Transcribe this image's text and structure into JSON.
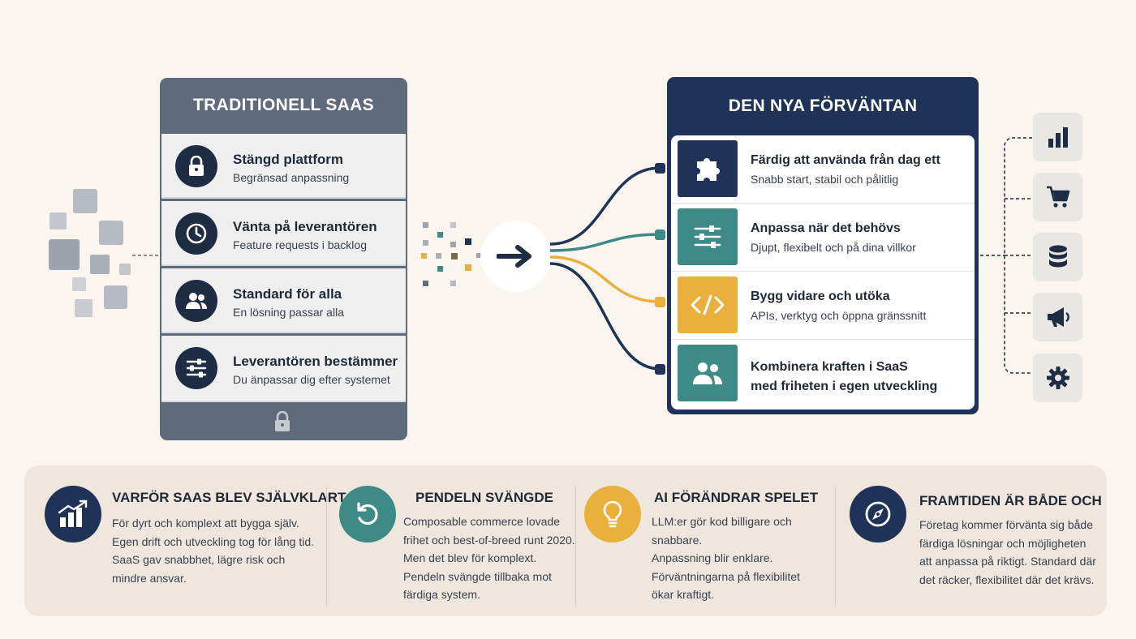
{
  "traditional": {
    "title": "TRADITIONELL SAAS",
    "items": [
      {
        "title": "Stängd plattform",
        "subtitle": "Begränsad anpassning",
        "icon": "lock-icon"
      },
      {
        "title": "Vänta på leverantören",
        "subtitle": "Feature requests i backlog",
        "icon": "clock-icon"
      },
      {
        "title": "Standard för alla",
        "subtitle": "En lösning passar alla",
        "icon": "users-icon"
      },
      {
        "title": "Leverantören bestämmer",
        "subtitle": "Du änpassar dig efter systemet",
        "icon": "sliders-icon"
      }
    ],
    "footer_icon": "lock-icon"
  },
  "new_expectation": {
    "title": "DEN NYA FÖRVÄNTAN",
    "items": [
      {
        "title": "Färdig att använda från dag ett",
        "subtitle": "Snabb start, stabil och pålitlig",
        "icon": "puzzle-icon",
        "color": "#1f3358"
      },
      {
        "title": "Anpassa när det behövs",
        "subtitle": "Djupt, flexibelt och på dina villkor",
        "icon": "sliders-icon",
        "color": "#3d8a86"
      },
      {
        "title": "Bygg vidare och utöka",
        "subtitle": "APIs, verktyg och öppna gränssnitt",
        "icon": "code-icon",
        "color": "#e9b13c"
      },
      {
        "title_line1": "Kombinera kraften i SaaS",
        "title_line2": "med friheten i egen utveckling",
        "icon": "users-icon",
        "color": "#3d8a86"
      }
    ]
  },
  "side_icons": [
    "bar-chart-icon",
    "shopping-cart-icon",
    "database-icon",
    "megaphone-icon",
    "gear-icon"
  ],
  "center_icon": "arrow-right-icon",
  "bottom_cards": [
    {
      "title": "VARFÖR SAAS BLEV SJÄLVKLART",
      "icon": "growth-chart-icon",
      "color": "#1f3358",
      "lines": [
        "För dyrt och komplext att bygga själv.",
        "Egen drift och utveckling tog för lång tid.",
        "SaaS gav snabbhet, lägre risk och",
        "mindre ansvar."
      ]
    },
    {
      "title": "PENDELN SVÄNGDE",
      "icon": "rotate-icon",
      "color": "#3d8a86",
      "lines": [
        "Composable commerce lovade",
        "frihet och best-of-breed runt 2020.",
        "Men det blev för komplext.",
        "Pendeln svängde tillbaka mot",
        "färdiga system."
      ]
    },
    {
      "title": "AI FÖRÄNDRAR SPELET",
      "icon": "lightbulb-icon",
      "color": "#e9b13c",
      "lines": [
        "LLM:er gör kod billigare och snabbare.",
        "Anpassning blir enklare.",
        "Förväntningarna på flexibilitet",
        "ökar kraftigt."
      ]
    },
    {
      "title": "FRAMTIDEN ÄR BÅDE OCH",
      "icon": "compass-icon",
      "color": "#1f3358",
      "lines": [
        "Företag kommer förvänta sig både",
        "färdiga lösningar och möjligheten",
        "att anpassa på riktigt. Standard där",
        "det räcker, flexibilitet där det krävs."
      ]
    }
  ],
  "colors": {
    "navy": "#1f3358",
    "slate": "#5f6a7b",
    "teal": "#3d8a86",
    "gold": "#e9b13c",
    "background": "#faf5ef"
  }
}
